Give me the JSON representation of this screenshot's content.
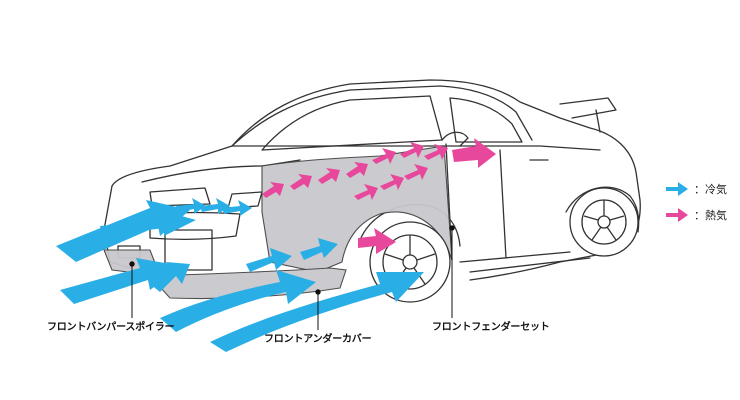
{
  "legend": {
    "cool_label": "：冷気",
    "hot_label": "：熱気"
  },
  "colors": {
    "cool": "#2aaee6",
    "hot": "#e8489b",
    "part_fill": "#c8c8cc",
    "line": "#333333"
  },
  "labels": {
    "front_bumper_spoiler": "フロントバンパースポイラー",
    "front_under_cover": "フロントアンダーカバー",
    "front_fender_set": "フロントフェンダーセット"
  }
}
